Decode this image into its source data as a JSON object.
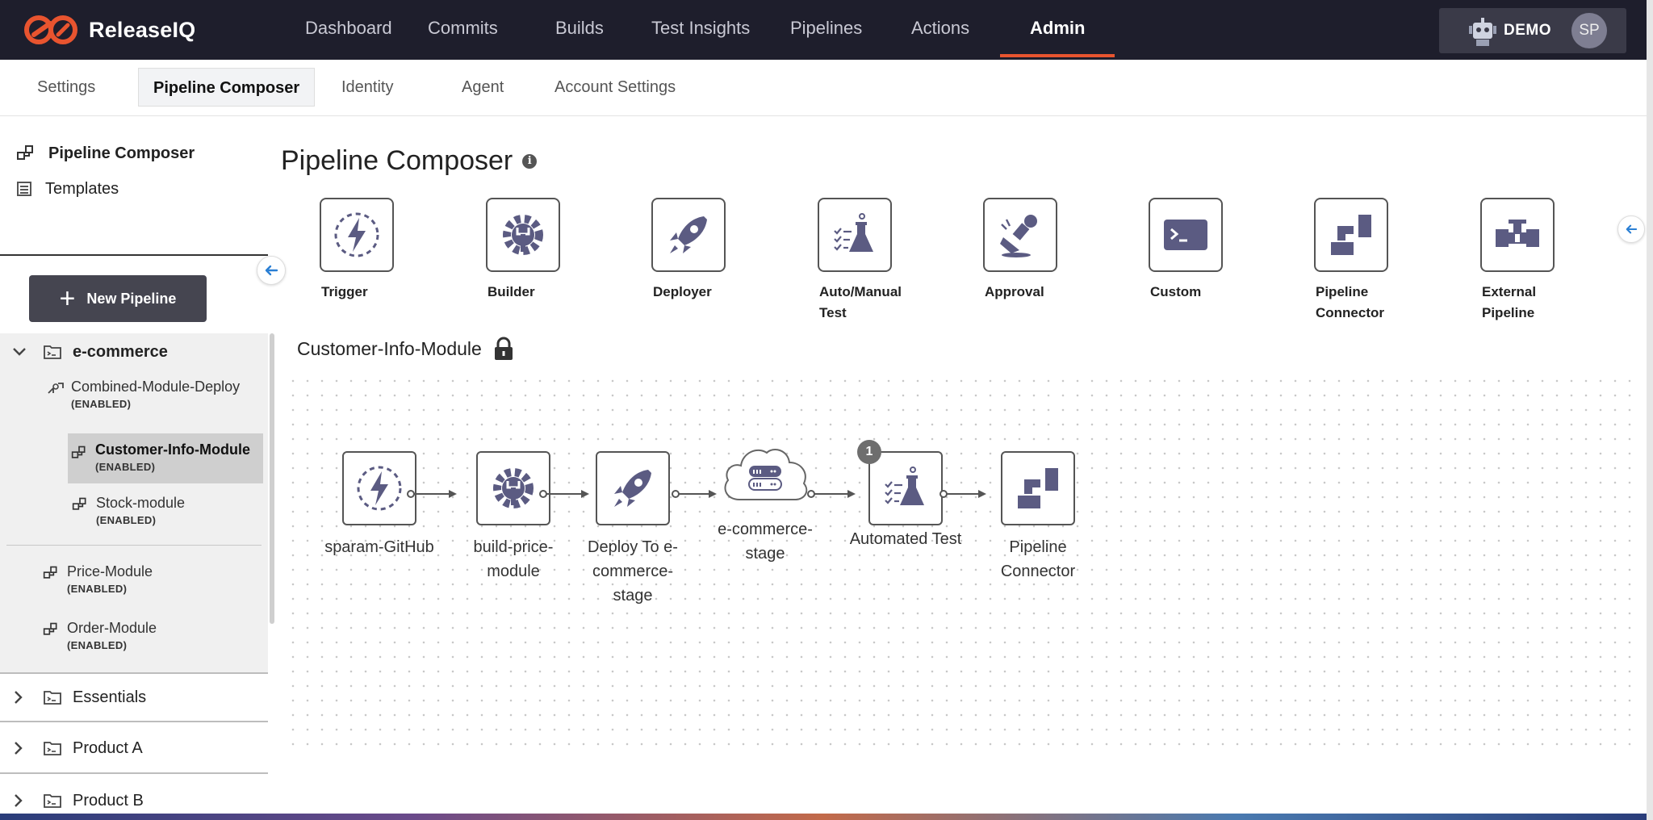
{
  "app": {
    "name": "ReleaseIQ"
  },
  "nav": {
    "items": [
      {
        "label": "Dashboard"
      },
      {
        "label": "Commits"
      },
      {
        "label": "Builds"
      },
      {
        "label": "Test Insights"
      },
      {
        "label": "Pipelines"
      },
      {
        "label": "Actions"
      },
      {
        "label": "Admin",
        "active": true
      }
    ],
    "account": {
      "label": "DEMO",
      "initials": "SP"
    }
  },
  "subtabs": [
    {
      "label": "Settings"
    },
    {
      "label": "Pipeline Composer",
      "active": true
    },
    {
      "label": "Identity"
    },
    {
      "label": "Agent"
    },
    {
      "label": "Account Settings"
    }
  ],
  "sidebar": {
    "top_items": [
      {
        "label": "Pipeline Composer",
        "icon": "pipeline-composer-icon",
        "bold": true
      },
      {
        "label": "Templates",
        "icon": "templates-icon"
      }
    ],
    "new_pipeline_label": "New Pipeline",
    "expanded_group": {
      "name": "e-commerce",
      "items": [
        {
          "name": "Combined-Module-Deploy",
          "state": "(ENABLED)"
        },
        {
          "name": "Customer-Info-Module",
          "state": "(ENABLED)",
          "selected": true
        },
        {
          "name": "Stock-module",
          "state": "(ENABLED)"
        },
        {
          "name": "Price-Module",
          "state": "(ENABLED)"
        },
        {
          "name": "Order-Module",
          "state": "(ENABLED)"
        }
      ]
    },
    "collapsed_groups": [
      {
        "name": "Essentials"
      },
      {
        "name": "Product A"
      },
      {
        "name": "Product B"
      }
    ]
  },
  "main": {
    "title": "Pipeline Composer",
    "info_icon": "i",
    "palette": [
      {
        "label": "Trigger",
        "icon": "trigger-icon"
      },
      {
        "label": "Builder",
        "icon": "builder-icon"
      },
      {
        "label": "Deployer",
        "icon": "deployer-icon"
      },
      {
        "label": "Auto/Manual Test",
        "icon": "test-icon"
      },
      {
        "label": "Approval",
        "icon": "approval-icon"
      },
      {
        "label": "Custom",
        "icon": "custom-icon"
      },
      {
        "label": "Pipeline Connector",
        "icon": "pipeline-connector-icon"
      },
      {
        "label": "External Pipeline",
        "icon": "external-pipeline-icon"
      }
    ],
    "pipeline_name": "Customer-Info-Module",
    "nodes": [
      {
        "label": "sparam-GitHub",
        "icon": "trigger-icon"
      },
      {
        "label": "build-price-module",
        "icon": "builder-icon"
      },
      {
        "label": "Deploy To e-commerce-stage",
        "icon": "deployer-icon"
      },
      {
        "label": "e-commerce-stage",
        "icon": "cloud-environment-icon"
      },
      {
        "label": "Automated Test",
        "icon": "test-icon",
        "badge": "1"
      },
      {
        "label": "Pipeline Connector",
        "icon": "pipeline-connector-icon"
      }
    ]
  },
  "colors": {
    "accent": "#e8542f",
    "nav_bg": "#1e1e2c",
    "icon_fill": "#5b5b82"
  }
}
